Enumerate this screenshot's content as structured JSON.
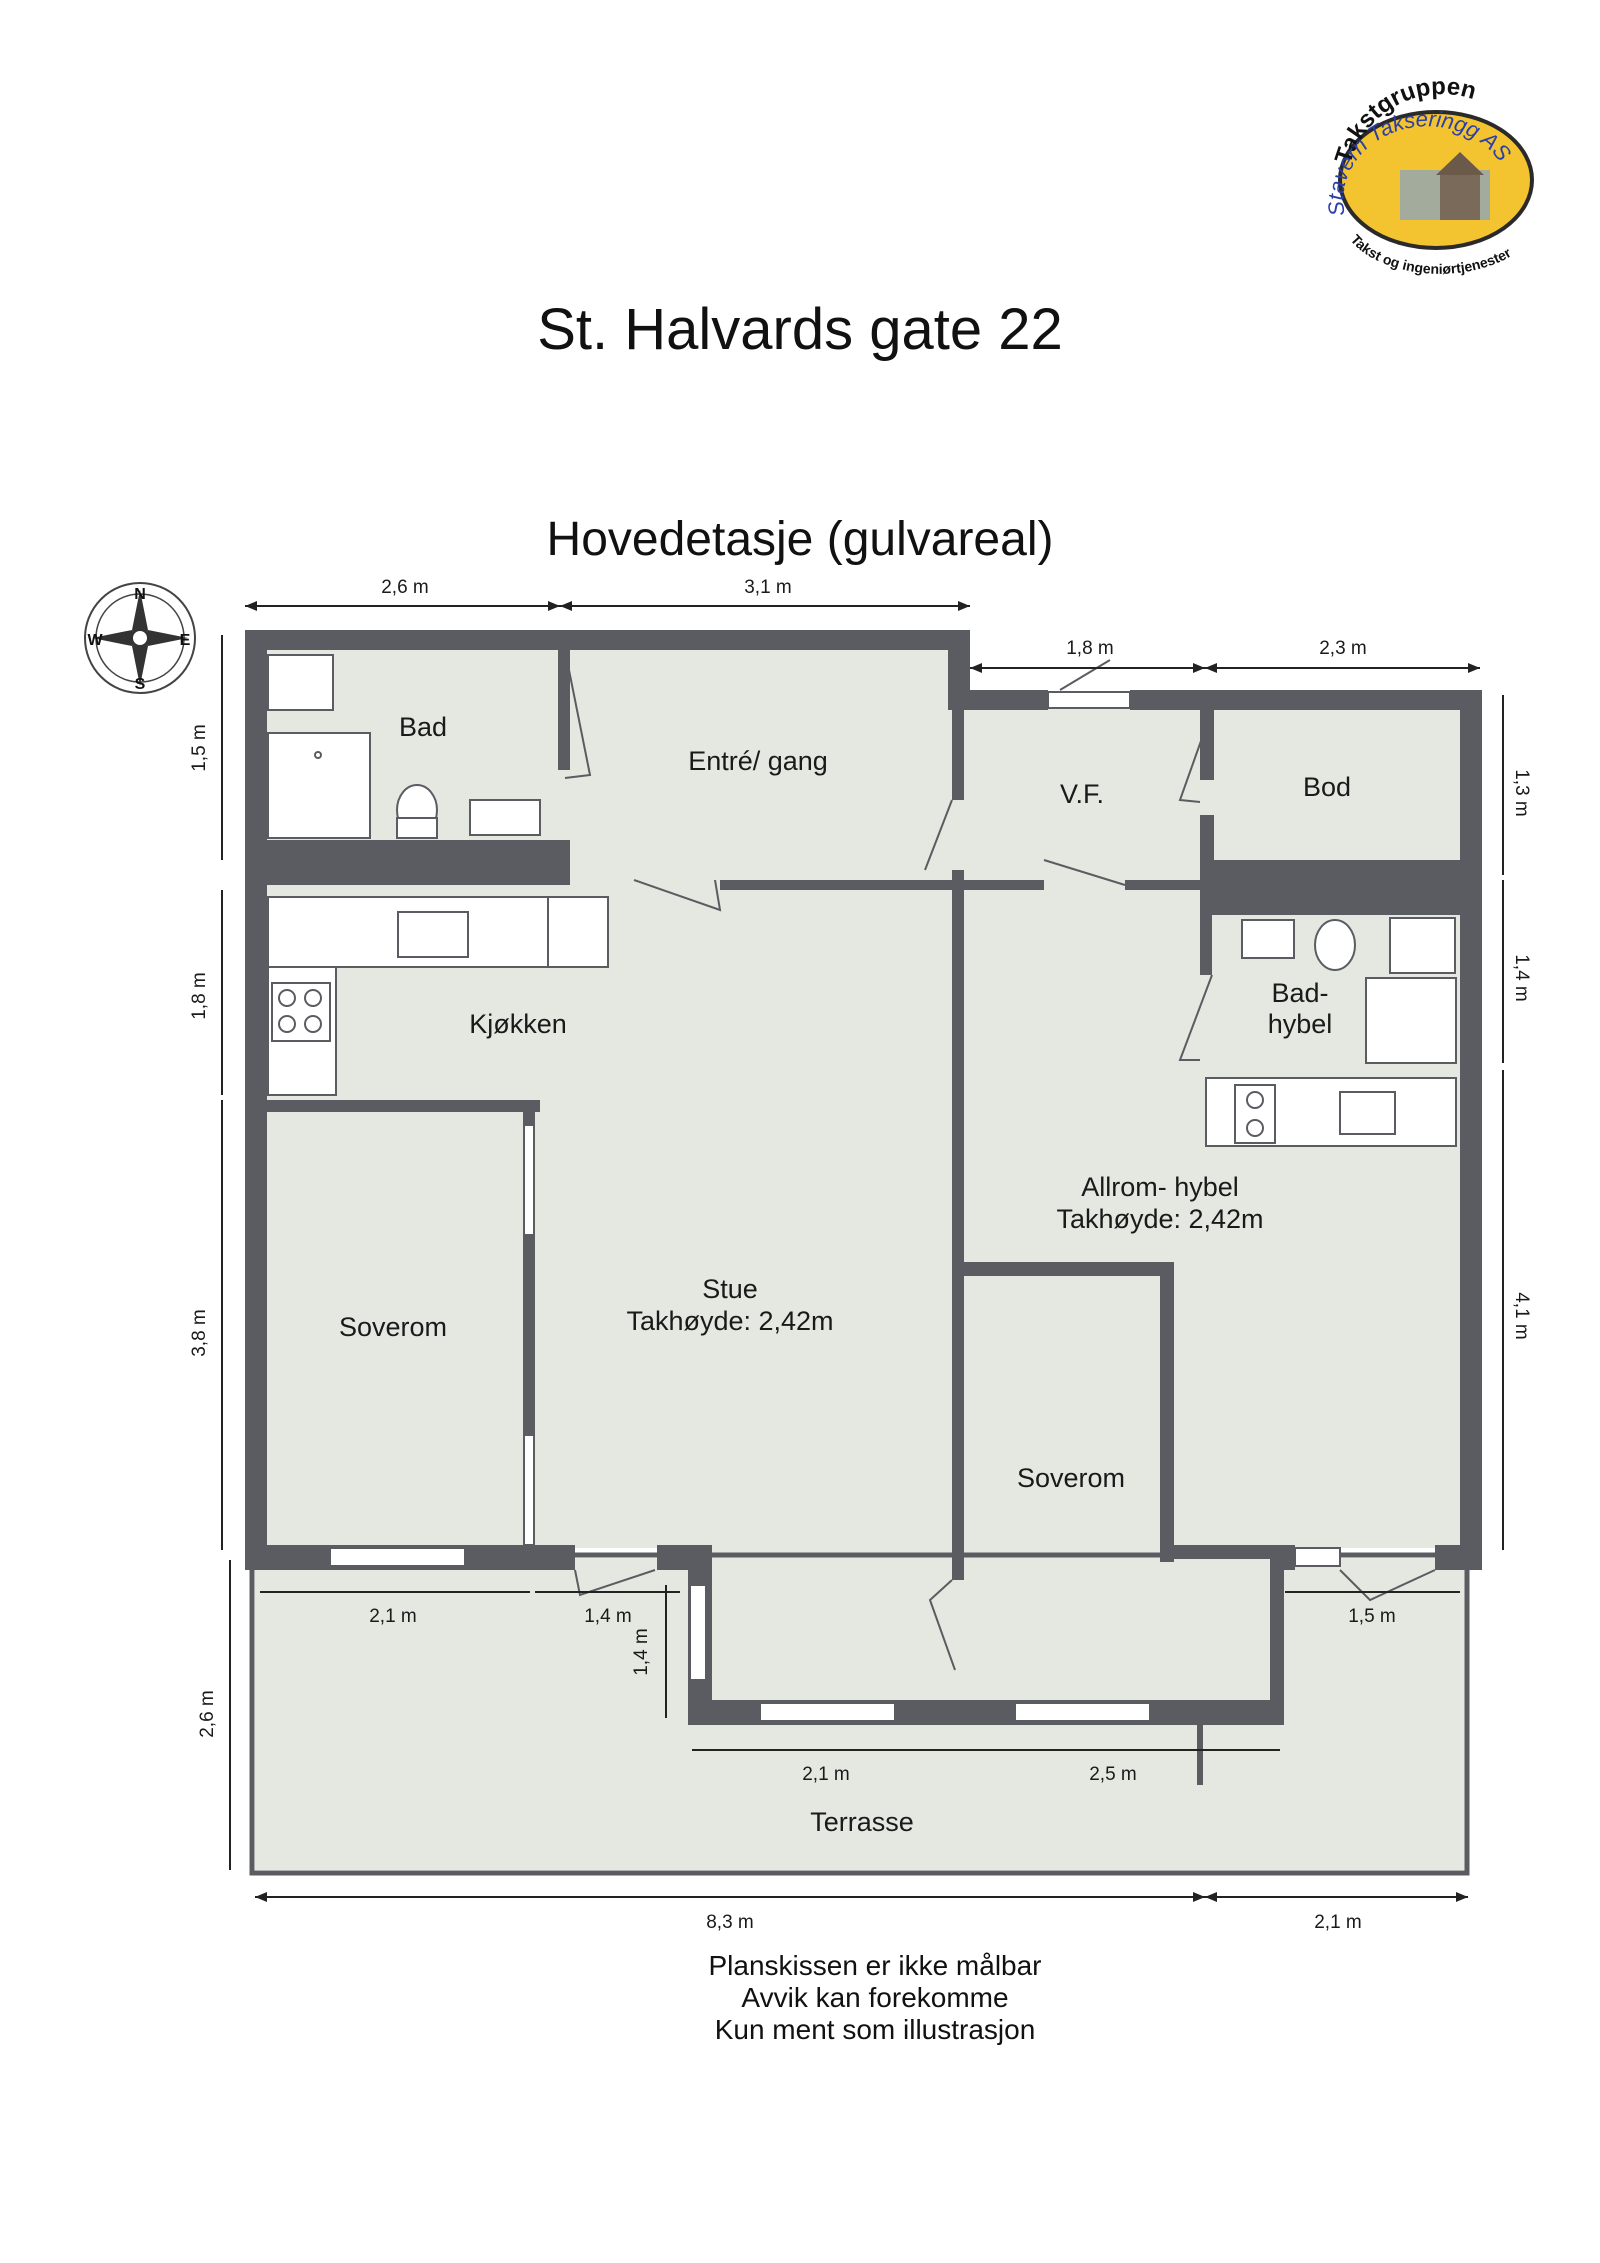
{
  "title": "St. Halvards gate 22",
  "floor_title": "Hovedetasje (gulvareal)",
  "logo": {
    "top_text": "Takstgruppen",
    "middle_text": "Stavern Takseringg AS",
    "bottom_text": "Takst og ingeniørtjenester"
  },
  "compass": {
    "n": "N",
    "s": "S",
    "e": "E",
    "w": "W"
  },
  "rooms": {
    "bad": "Bad",
    "entre": "Entré/ gang",
    "vf": "V.F.",
    "bod": "Bod",
    "kjokken": "Kjøkken",
    "badhybel_1": "Bad-",
    "badhybel_2": "hybel",
    "allrom_1": "Allrom- hybel",
    "allrom_2": "Takhøyde: 2,42m",
    "stue_1": "Stue",
    "stue_2": "Takhøyde: 2,42m",
    "soverom_left": "Soverom",
    "soverom_right": "Soverom",
    "terrasse": "Terrasse"
  },
  "dimensions": {
    "top_left": "2,6 m",
    "top_mid": "3,1 m",
    "vf_width": "1,8 m",
    "bod_width": "2,3 m",
    "left_bad": "1,5 m",
    "left_kitchen": "1,8 m",
    "left_soverom": "3,8 m",
    "left_terrace": "2,6 m",
    "right_bod": "1,3 m",
    "right_badhybel": "1,4 m",
    "right_allrom": "4,1 m",
    "soverom_width": "2,1 m",
    "door_width": "1,4 m",
    "bay_height": "1,4 m",
    "allrom_bay": "1,5 m",
    "stue_bay": "2,1 m",
    "soverom2_width": "2,5 m",
    "total_width": "8,3 m",
    "extra_width": "2,1 m"
  },
  "notes": [
    "Planskissen er ikke målbar",
    "Avvik kan forekomme",
    "Kun ment som illustrasjon"
  ],
  "colors": {
    "wall": "#5a5c62",
    "floor": "#e5e7e1",
    "fixture": "#ffffff",
    "logo_fill": "#f4c430",
    "logo_ring": "#2a2a2a"
  }
}
